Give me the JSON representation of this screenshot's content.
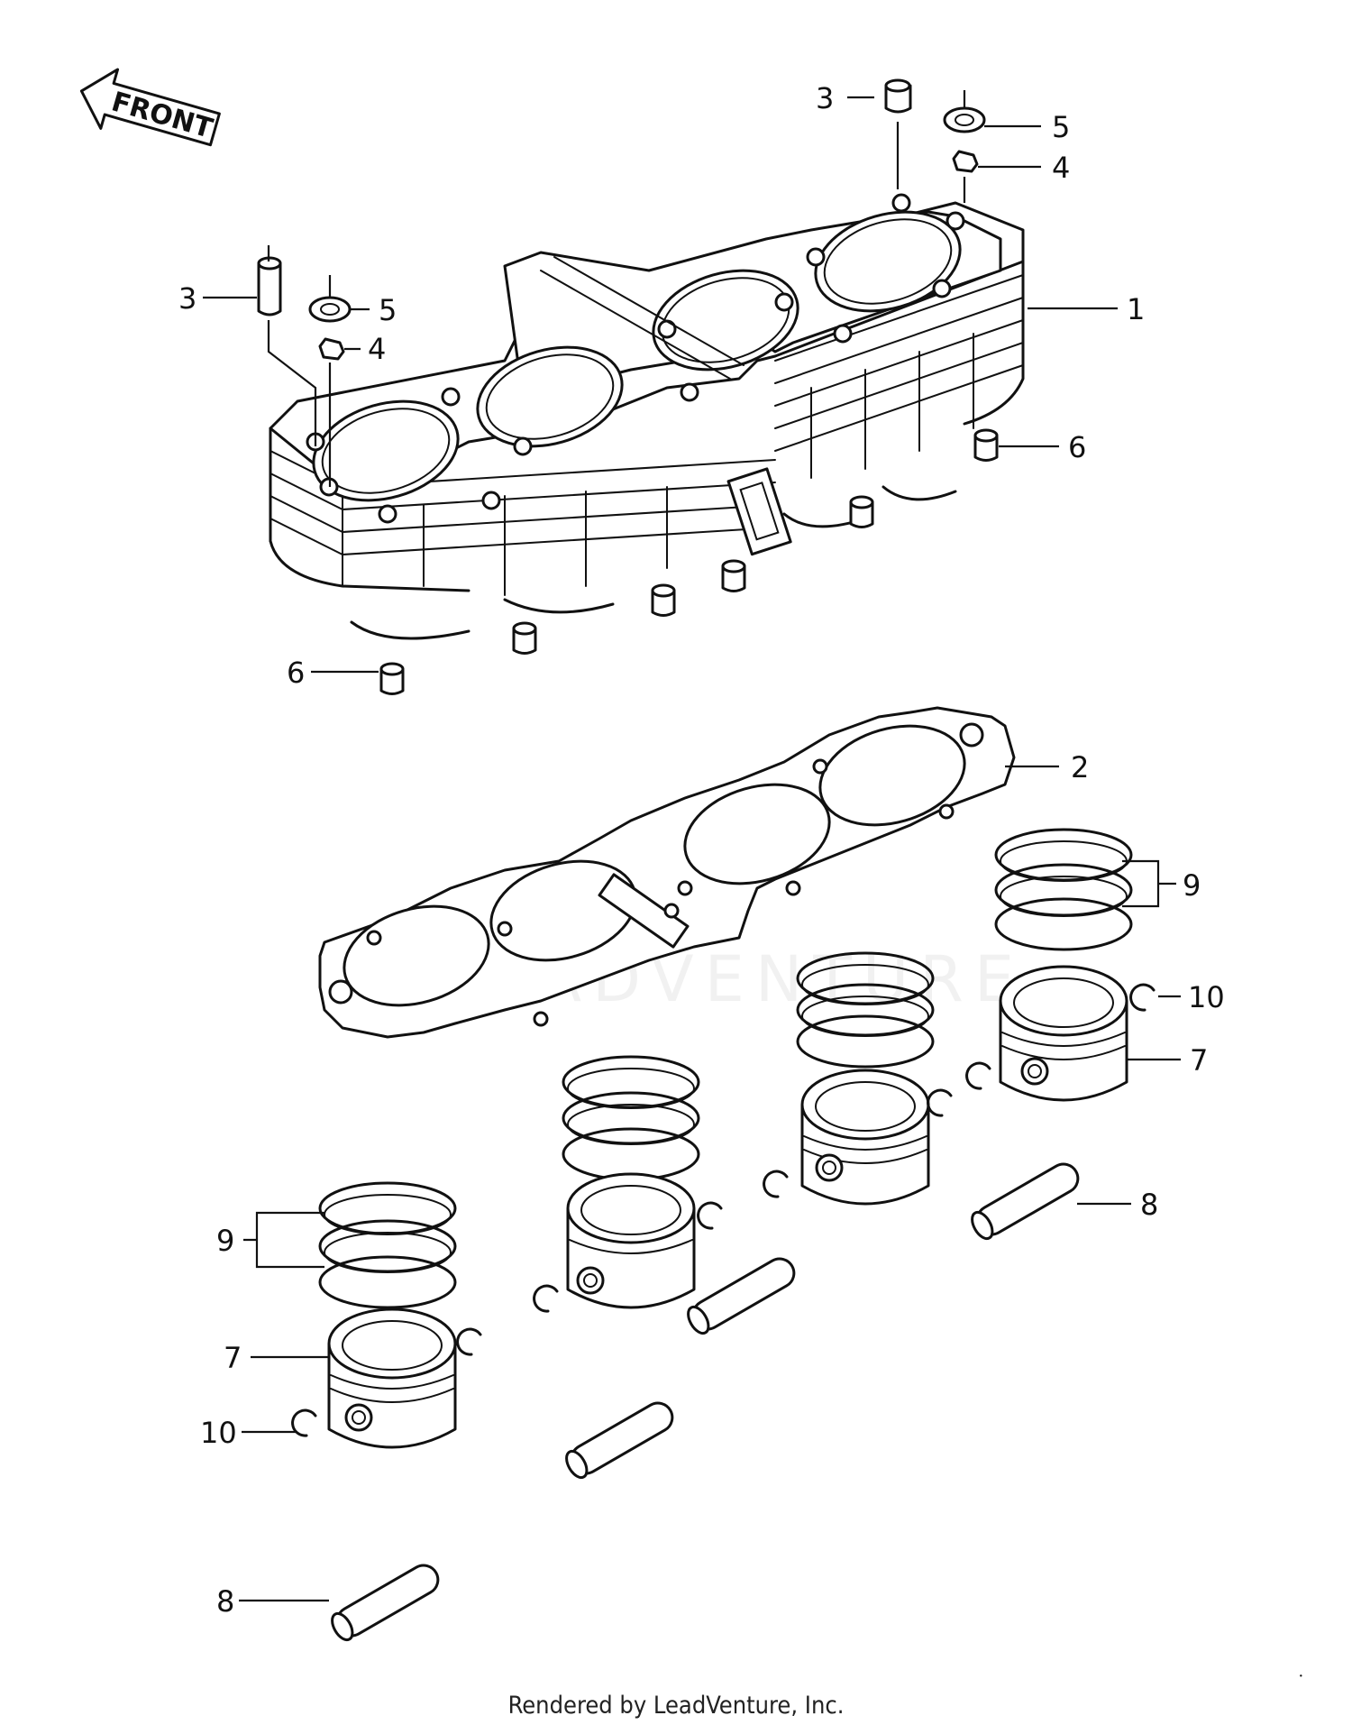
{
  "front_label": "FRONT",
  "watermark": "LEADVENTURE",
  "footer": "Rendered by LeadVenture, Inc.",
  "callouts": {
    "c1": "1",
    "c2": "2",
    "c3a": "3",
    "c3b": "3",
    "c4a": "4",
    "c4b": "4",
    "c5a": "5",
    "c5b": "5",
    "c6a": "6",
    "c6b": "6",
    "c7a": "7",
    "c7b": "7",
    "c8a": "8",
    "c8b": "8",
    "c9a": "9",
    "c9b": "9",
    "c10a": "10",
    "c10b": "10"
  },
  "colors": {
    "ink": "#111111",
    "paper": "#ffffff"
  }
}
